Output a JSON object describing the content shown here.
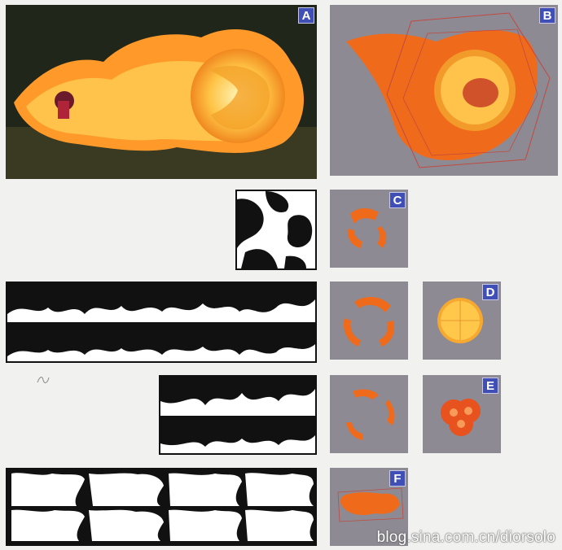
{
  "panels": {
    "a": {
      "badge": "A"
    },
    "b": {
      "badge": "B"
    },
    "c": {
      "badge": "C"
    },
    "d": {
      "badge": "D"
    },
    "e": {
      "badge": "E"
    },
    "f": {
      "badge": "F"
    }
  },
  "watermark": "blog.sina.com.cn/diorsolo",
  "colors": {
    "badge": "#3f4fb6",
    "gray_panel": "#8d8a93",
    "fire_orange": "#f06a1c",
    "fire_yellow": "#ffd25a",
    "background": "#f1f1ef"
  }
}
